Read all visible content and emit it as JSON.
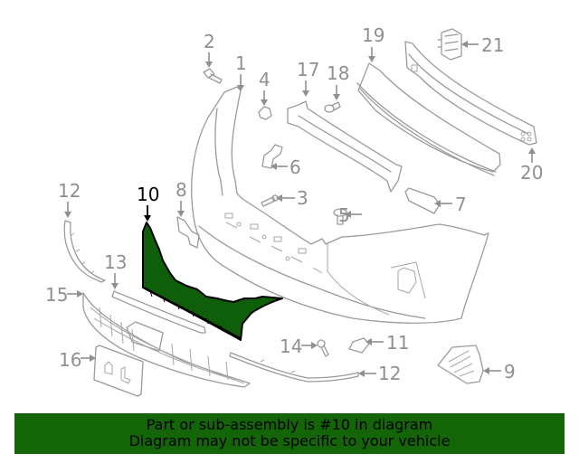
{
  "diagram": {
    "highlighted_part": "10",
    "highlight_color": "#0f5f0a",
    "callouts": [
      {
        "id": "1",
        "label": "1"
      },
      {
        "id": "2",
        "label": "2"
      },
      {
        "id": "3",
        "label": "3"
      },
      {
        "id": "4",
        "label": "4"
      },
      {
        "id": "5",
        "label": "5"
      },
      {
        "id": "6",
        "label": "6"
      },
      {
        "id": "7",
        "label": "7"
      },
      {
        "id": "8",
        "label": "8"
      },
      {
        "id": "9",
        "label": "9"
      },
      {
        "id": "10",
        "label": "10"
      },
      {
        "id": "11",
        "label": "11"
      },
      {
        "id": "12a",
        "label": "12"
      },
      {
        "id": "12b",
        "label": "12"
      },
      {
        "id": "13",
        "label": "13"
      },
      {
        "id": "14",
        "label": "14"
      },
      {
        "id": "15",
        "label": "15"
      },
      {
        "id": "16",
        "label": "16"
      },
      {
        "id": "17",
        "label": "17"
      },
      {
        "id": "18",
        "label": "18"
      },
      {
        "id": "19",
        "label": "19"
      },
      {
        "id": "20",
        "label": "20"
      },
      {
        "id": "21",
        "label": "21"
      }
    ]
  },
  "banner": {
    "line1": "Part or sub-assembly is #10 in diagram",
    "line2": "Diagram may not be specific to your vehicle",
    "background": "#136508"
  }
}
